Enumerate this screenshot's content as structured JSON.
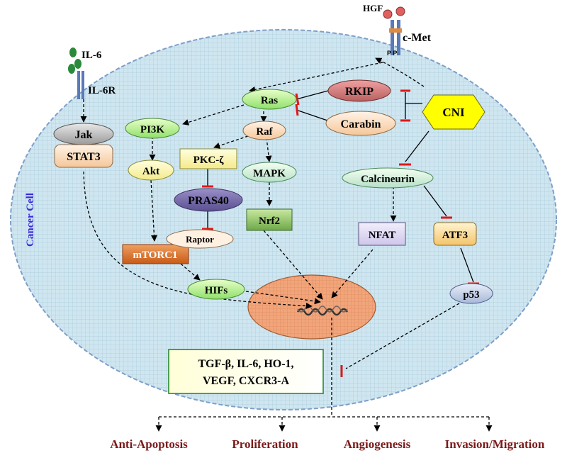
{
  "receptors": {
    "hgf": "HGF",
    "cmet": "c-Met",
    "il6": "IL-6",
    "il6r": "IL-6R"
  },
  "cell_label": "Cancer Cell",
  "nodes": {
    "jak": "Jak",
    "stat3": "STAT3",
    "pi3k": "PI3K",
    "akt": "Akt",
    "mtorc1": "mTORC1",
    "hifs": "HIFs",
    "ras": "Ras",
    "raf": "Raf",
    "pkc": "PKC-ζ",
    "pras40": "PRAS40",
    "raptor": "Raptor",
    "mapk": "MAPK",
    "nrf2": "Nrf2",
    "rkip": "RKIP",
    "carabin": "Carabin",
    "cni": "CNI",
    "calcineurin": "Calcineurin",
    "nfat": "NFAT",
    "atf3": "ATF3",
    "p53": "p53"
  },
  "targets": {
    "line1": "TGF-β, IL-6, HO-1,",
    "line2": "VEGF, CXCR3-A"
  },
  "outcomes": [
    "Anti-Apoptosis",
    "Proliferation",
    "Angiogenesis",
    "Invasion/Migration"
  ]
}
